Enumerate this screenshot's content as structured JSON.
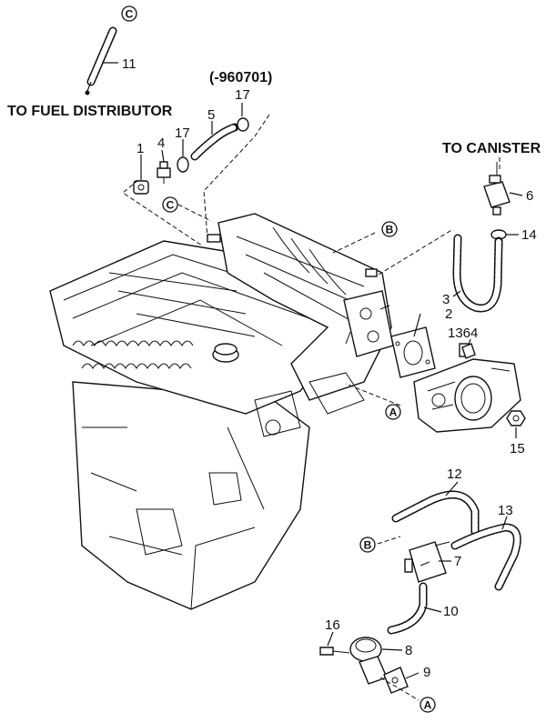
{
  "labels": {
    "to_fuel_distributor": "TO FUEL DISTRIBUTOR",
    "to_canister": "TO CANISTER",
    "date_code": "(-960701)"
  },
  "part_numbers": {
    "p1": "1",
    "p2": "2",
    "p3": "3",
    "p4": "4",
    "p5": "5",
    "p6": "6",
    "p7": "7",
    "p8": "8",
    "p9": "9",
    "p10": "10",
    "p11": "11",
    "p12": "12",
    "p13": "13",
    "p14": "14",
    "p15": "15",
    "p16": "16",
    "p17a": "17",
    "p17b": "17",
    "p1364": "1364"
  },
  "connection_refs": {
    "a1": "A",
    "a2": "A",
    "b1": "B",
    "b2": "B",
    "c1": "C",
    "c2": "C"
  }
}
